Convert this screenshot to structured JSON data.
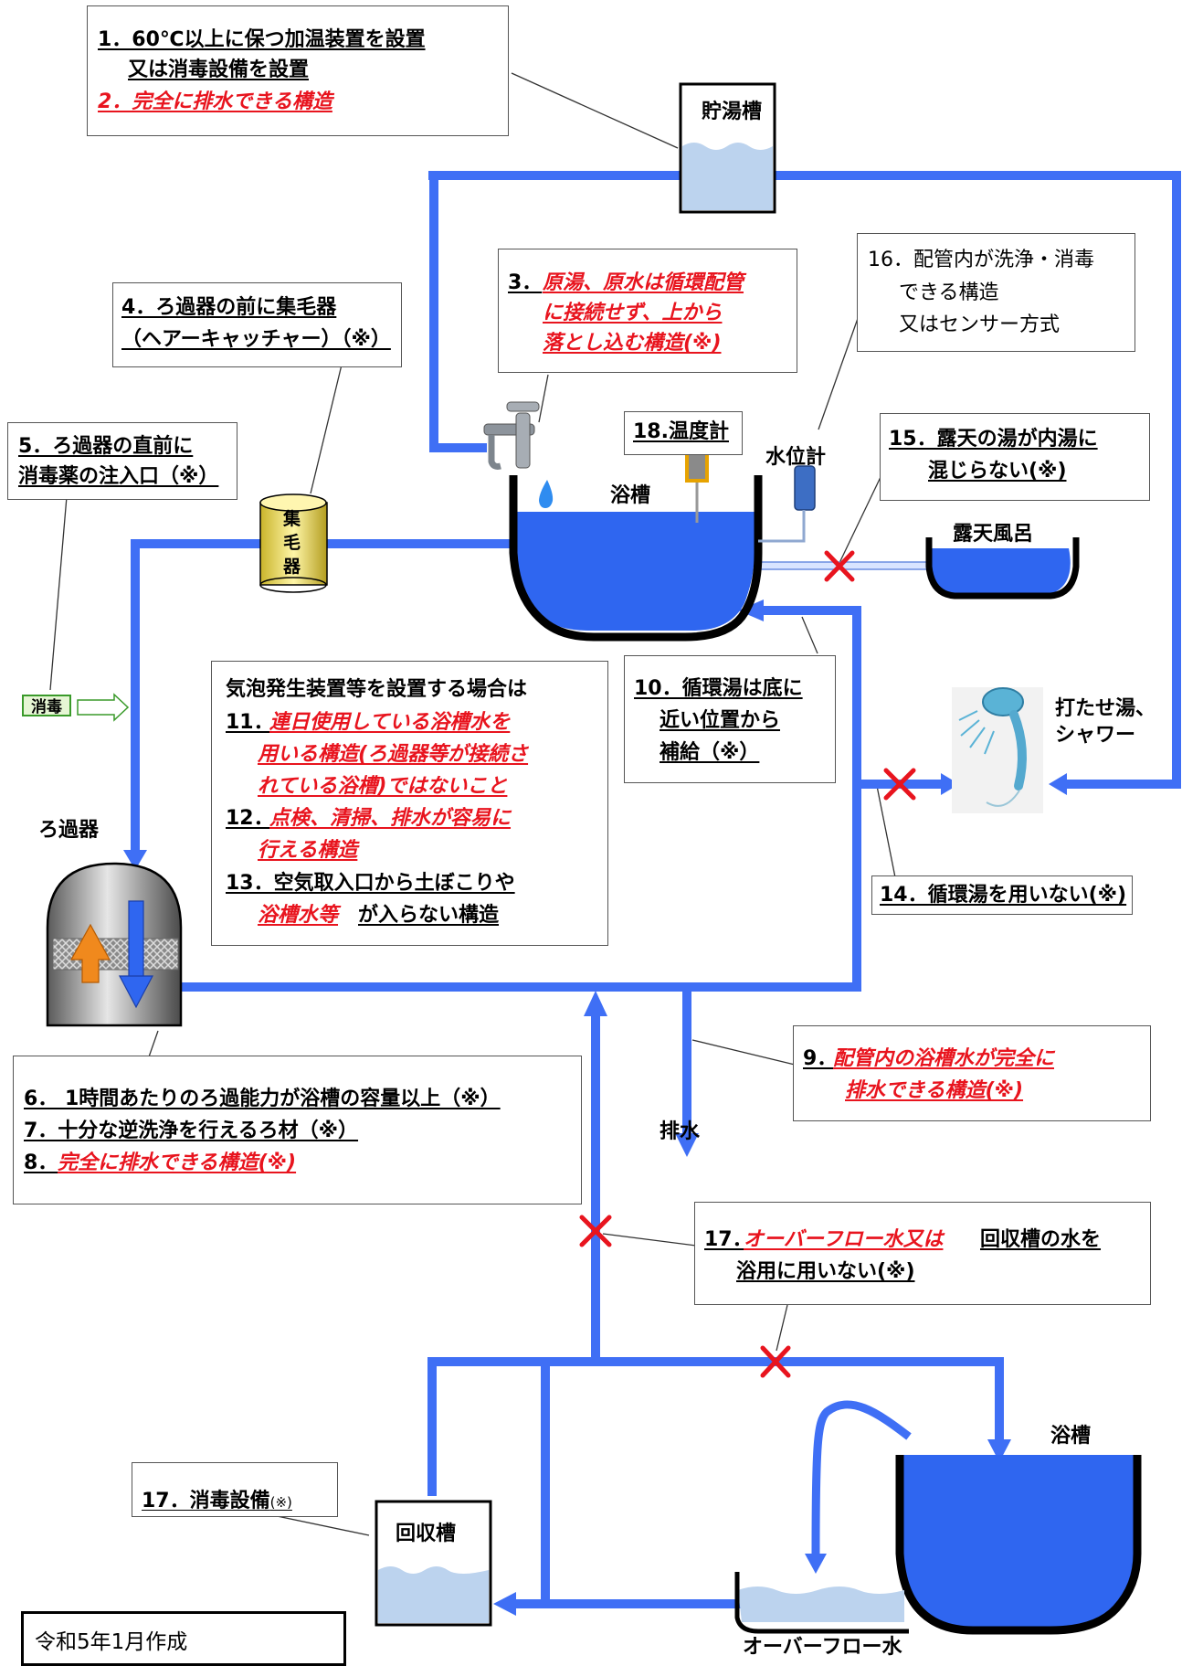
{
  "notes": {
    "n1_line1": "1．60℃以上に保つ加温装置を設置",
    "n1_line2": "又は消毒設備を設置",
    "n2": "2．完全に排水できる構造",
    "n3_num": "3．",
    "n3_line1": "原湯、原水は循環配管",
    "n3_line2": "に接続せず、上から",
    "n3_line3": "落とし込む構造(※)",
    "n4_line1": "4．ろ過器の前に集毛器",
    "n4_line2": "（ヘアーキャッチャー）（※）",
    "n5_line1": "5．ろ過器の直前に",
    "n5_line2": "消毒薬の注入口（※）",
    "n16_line1": "16．配管内が洗浄・消毒",
    "n16_line2": "できる構造",
    "n16_line3": "又はセンサー方式",
    "n18": "18.温度計",
    "n15_line1": "15．露天の湯が内湯に",
    "n15_line2": "混じらない(※)",
    "n10_line1": "10．循環湯は底に",
    "n10_line2": "近い位置から",
    "n10_line3": "補給（※）",
    "bubble_title": "気泡発生装置等を設置する場合は",
    "n11_num": "11．",
    "n11_line1": "連日使用している浴槽水を",
    "n11_line2": "用いる構造(ろ過器等が接続さ",
    "n11_line3": "れている浴槽)ではないこと",
    "n12_num": "12．",
    "n12_line1": "点検、清掃、排水が容易に",
    "n12_line2": "行える構造",
    "n13_line1": "13．空気取入口から土ぼこりや",
    "n13_line2_red": "浴槽水等",
    "n13_line2_rest": "が入らない構造",
    "n14": "14．循環湯を用いない(※)",
    "n6": "6． 1時間あたりのろ過能力が浴槽の容量以上（※）",
    "n7": "7．十分な逆洗浄を行えるろ材（※）",
    "n8_num": "8．",
    "n8_text": "完全に排水できる構造(※)",
    "n9_num": "9．",
    "n9_line1": "配管内の浴槽水が完全に",
    "n9_line2": "排水できる構造(※)",
    "n17a_num": "17．",
    "n17a_red": "オーバーフロー水又は",
    "n17a_rest": "回収槽の水を",
    "n17a_line2": "浴用に用いない(※)",
    "n17b_main": "17．消毒設備",
    "n17b_small": "(※)",
    "created": "令和5年1月作成"
  },
  "labels": {
    "storage_tank": "貯湯槽",
    "bathtub": "浴槽",
    "water_level": "水位計",
    "outdoor_bath": "露天風呂",
    "shower": "打たせ湯、",
    "shower2": "シャワー",
    "filter": "ろ過器",
    "hair_catcher": "集毛器",
    "disinfect": "消毒",
    "drain": "排水",
    "bathtub2": "浴槽",
    "recovery_tank": "回収槽",
    "overflow_water": "オーバーフロー水"
  },
  "colors": {
    "pipe": "#3f6ff5",
    "water": "#2f66f0",
    "warning_text": "#e8141e",
    "cross": "#e8141e",
    "tank_water": "#bcd3ee"
  },
  "icons": [
    "faucet-icon",
    "thermometer-icon",
    "water-level-gauge-icon",
    "shower-head-icon",
    "filter-icon",
    "hair-catcher-icon"
  ]
}
